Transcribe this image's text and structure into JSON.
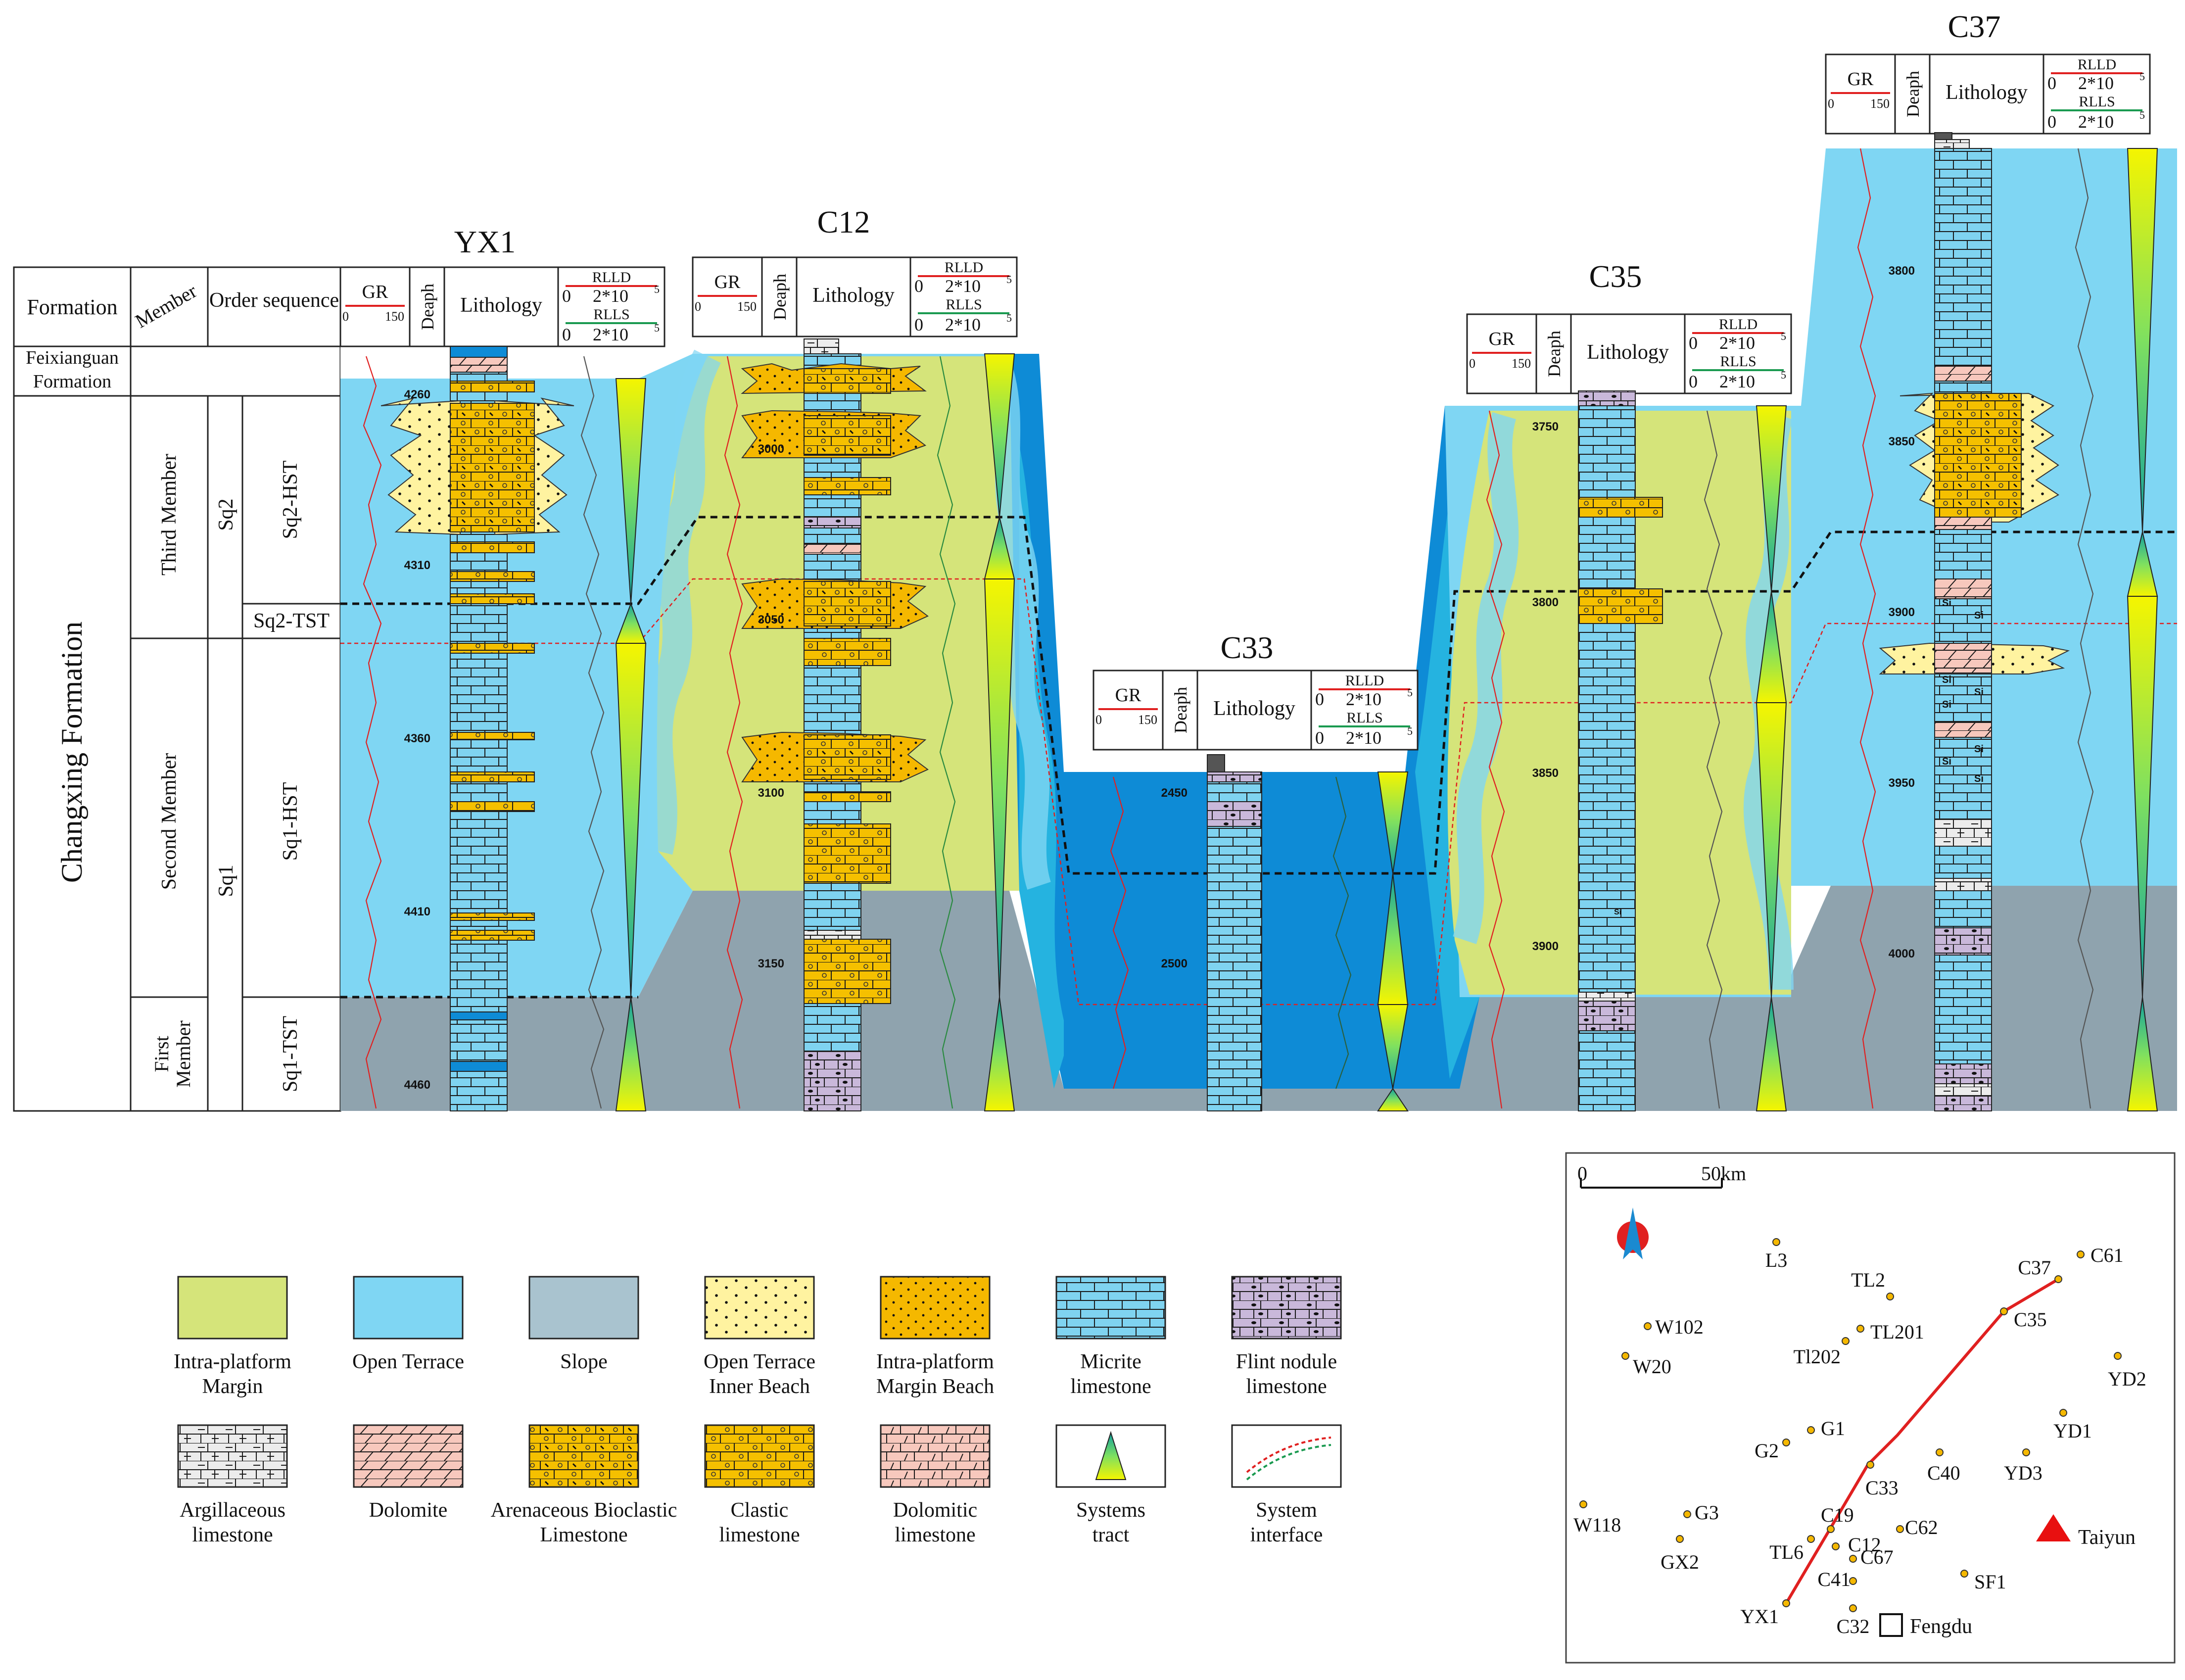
{
  "column_headers": {
    "formation": "Formation",
    "member": "Member",
    "order_sequence": "Order sequence"
  },
  "stratigraphy": {
    "feixianguan": "Feixianguan Formation",
    "changxing": "Changxing Formation",
    "members": [
      "Third Member",
      "Second Member",
      "First Member"
    ],
    "sequences": [
      "Sq2",
      "Sq1"
    ],
    "systems_tracts": [
      "Sq2-HST",
      "Sq2-TST",
      "Sq1-HST",
      "Sq1-TST"
    ]
  },
  "log_header": {
    "gr": "GR",
    "gr_min": "0",
    "gr_max": "150",
    "depth": "Deaph",
    "lithology": "Lithology",
    "rlld": "RLLD",
    "rlls": "RLLS",
    "res_min": "0",
    "res_max": "2*10",
    "res_exp": "5"
  },
  "wells": [
    {
      "name": "YX1",
      "depths": [
        "4260",
        "4310",
        "4360",
        "4410",
        "4460"
      ]
    },
    {
      "name": "C12",
      "depths": [
        "3000",
        "3050",
        "3100",
        "3150"
      ]
    },
    {
      "name": "C33",
      "depths": [
        "2450",
        "2500"
      ]
    },
    {
      "name": "C35",
      "depths": [
        "3750",
        "3800",
        "3850",
        "3900"
      ]
    },
    {
      "name": "C37",
      "depths": [
        "3800",
        "3850",
        "3900",
        "3950",
        "4000"
      ]
    }
  ],
  "lith_marks": {
    "si": "Si"
  },
  "legend": [
    {
      "key": "intra-platform-margin",
      "label1": "Intra-platform",
      "label2": "Margin"
    },
    {
      "key": "open-terrace",
      "label1": "Open Terrace",
      "label2": ""
    },
    {
      "key": "slope",
      "label1": "Slope",
      "label2": ""
    },
    {
      "key": "open-terrace-inner-beach",
      "label1": "Open Terrace",
      "label2": "Inner Beach"
    },
    {
      "key": "intra-platform-margin-beach",
      "label1": "Intra-platform",
      "label2": "Margin Beach"
    },
    {
      "key": "micrite-limestone",
      "label1": "Micrite",
      "label2": "limestone"
    },
    {
      "key": "flint-nodule-limestone",
      "label1": "Flint nodule",
      "label2": "limestone"
    },
    {
      "key": "argillaceous-limestone",
      "label1": "Argillaceous",
      "label2": "limestone"
    },
    {
      "key": "dolomite",
      "label1": "Dolomite",
      "label2": ""
    },
    {
      "key": "arenaceous-bioclastic-limestone",
      "label1": "Arenaceous Bioclastic",
      "label2": "Limestone"
    },
    {
      "key": "clastic-limestone",
      "label1": "Clastic",
      "label2": "limestone"
    },
    {
      "key": "dolomitic-limestone",
      "label1": "Dolomitic",
      "label2": "limestone"
    },
    {
      "key": "systems-tract",
      "label1": "Systems",
      "label2": "tract"
    },
    {
      "key": "system-interface",
      "label1": "System",
      "label2": "interface"
    }
  ],
  "map": {
    "scale_zero": "0",
    "scale_label": "50km",
    "wells": [
      {
        "name": "L3"
      },
      {
        "name": "TL2"
      },
      {
        "name": "C37"
      },
      {
        "name": "C61"
      },
      {
        "name": "W102"
      },
      {
        "name": "C35"
      },
      {
        "name": "TL201"
      },
      {
        "name": "Tl202"
      },
      {
        "name": "W20"
      },
      {
        "name": "YD2"
      },
      {
        "name": "G1"
      },
      {
        "name": "YD1"
      },
      {
        "name": "G2"
      },
      {
        "name": "C40"
      },
      {
        "name": "YD3"
      },
      {
        "name": "C33"
      },
      {
        "name": "W118"
      },
      {
        "name": "G3"
      },
      {
        "name": "C19"
      },
      {
        "name": "C62"
      },
      {
        "name": "TL6"
      },
      {
        "name": "C12"
      },
      {
        "name": "GX2"
      },
      {
        "name": "C67"
      },
      {
        "name": "SF1"
      },
      {
        "name": "C41"
      },
      {
        "name": "YX1"
      },
      {
        "name": "C32"
      }
    ],
    "taiyun": "Taiyun",
    "fengdu": "Fengdu"
  },
  "colors": {
    "margin": "#d5e47a",
    "terrace": "#7fd6f3",
    "deep": "#0e8bd6",
    "slope": "#8fa3ae",
    "inner_beach": "#fff3a0",
    "margin_beach": "#f5b800",
    "micrite": "#7fd3f0",
    "flint": "#c9b8da",
    "argillaceous": "#e6e6e6",
    "dolomite": "#f7c8bd",
    "clastic": "#f5c000",
    "section_line": "#e02020"
  }
}
